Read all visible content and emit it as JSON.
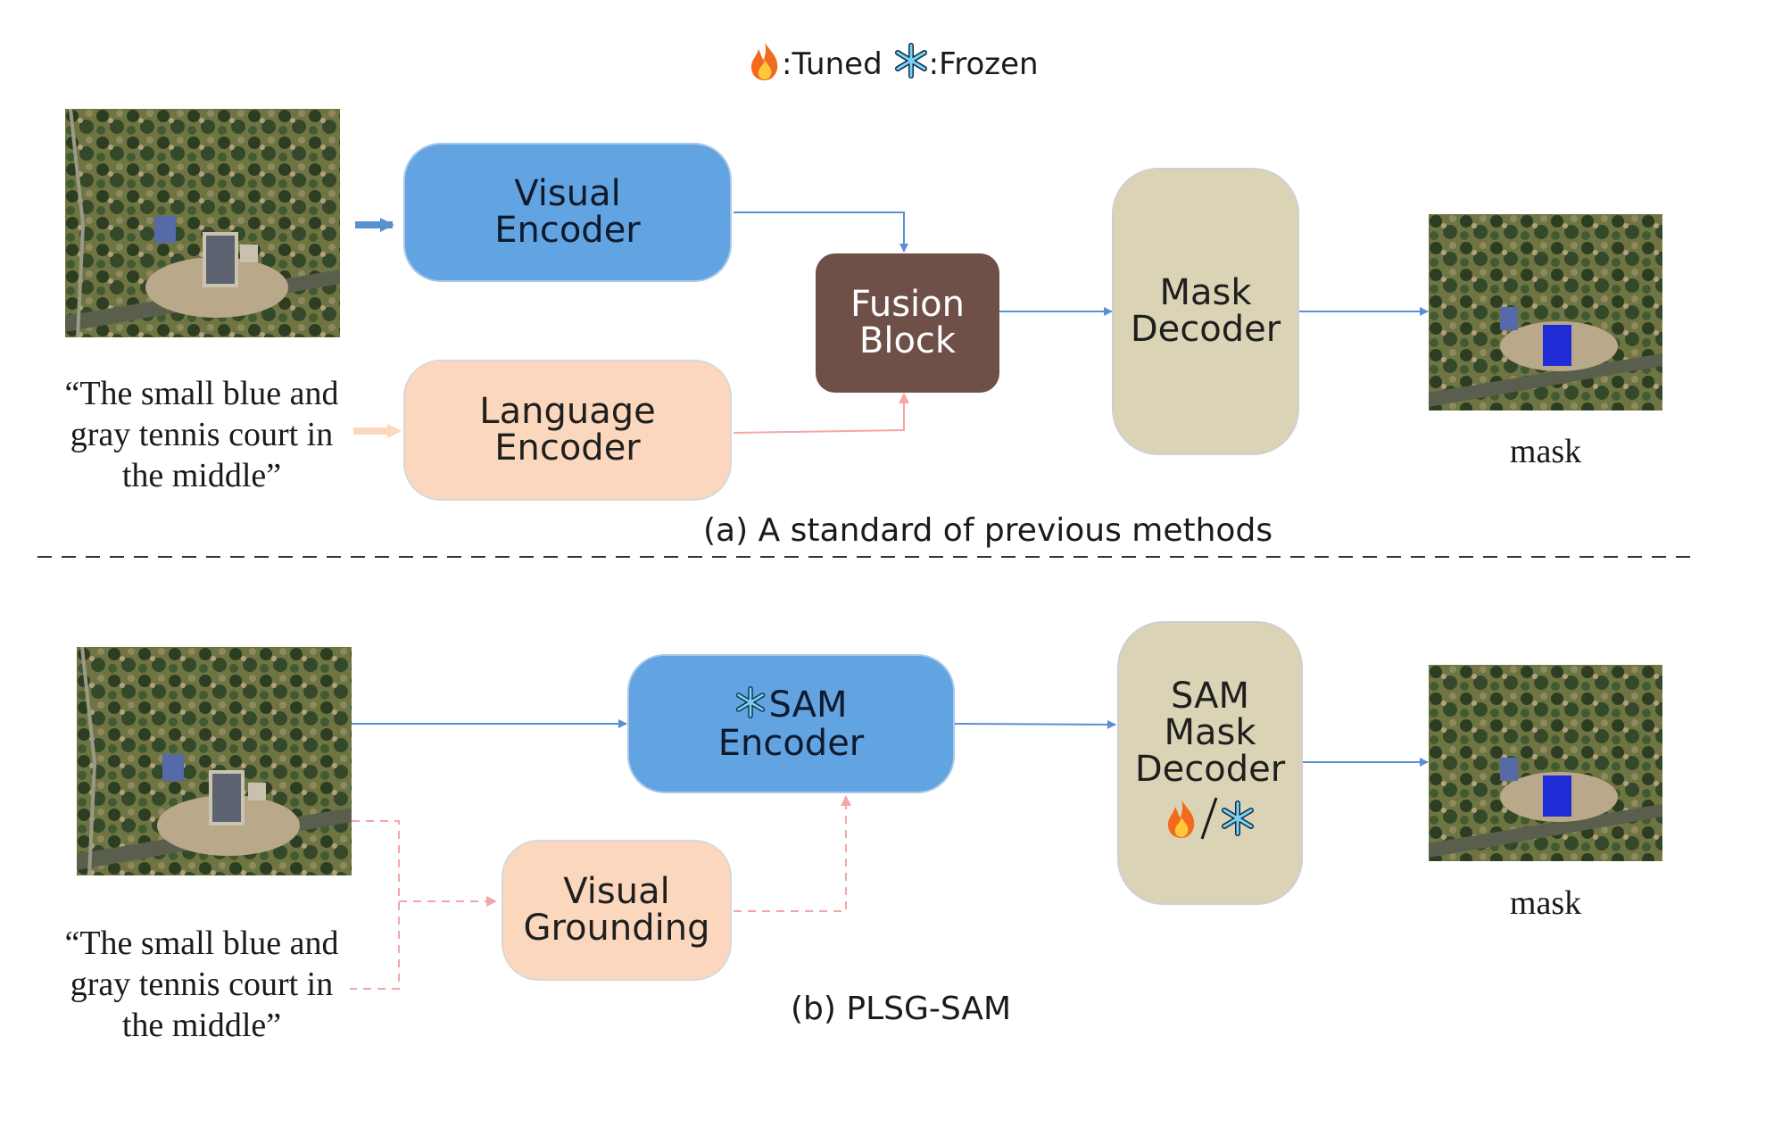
{
  "legend": {
    "tuned_icon": "fire-icon",
    "tuned_label": ":Tuned",
    "frozen_icon": "snowflake-icon",
    "frozen_label": ":Frozen"
  },
  "section_a": {
    "image_icon": "aerial-image",
    "text_query": [
      "“The small blue and",
      "gray tennis court in",
      "the middle”"
    ],
    "visual_encoder": [
      "Visual",
      "Encoder"
    ],
    "language_encoder": [
      "Language",
      "Encoder"
    ],
    "fusion_block": [
      "Fusion",
      "Block"
    ],
    "mask_decoder": [
      "Mask",
      "Decoder"
    ],
    "output_label": "mask",
    "caption": "(a)  A standard of previous  methods"
  },
  "section_b": {
    "image_icon": "aerial-image",
    "text_query": [
      "“The small blue and",
      "gray tennis court in",
      "the middle”"
    ],
    "sam_encoder": [
      "SAM",
      "Encoder"
    ],
    "sam_encoder_icon": "snowflake-icon",
    "visual_grounding": [
      "Visual",
      "Grounding"
    ],
    "sam_mask_decoder": [
      "SAM",
      "Mask",
      "Decoder"
    ],
    "sam_mask_decoder_icons": [
      "fire-icon",
      "snowflake-icon"
    ],
    "output_label": "mask",
    "caption": "(b)  PLSG-SAM"
  },
  "colors": {
    "encoder_blue": "#62a3e1",
    "encoder_peach": "#fbd8bd",
    "decoder_khaki": "#dbd3b5",
    "fusion_brown": "#6f5048",
    "arrow_blue": "#5a8fd0",
    "arrow_pink": "#f4a6a6",
    "mask_fill": "#1f2cd6"
  }
}
